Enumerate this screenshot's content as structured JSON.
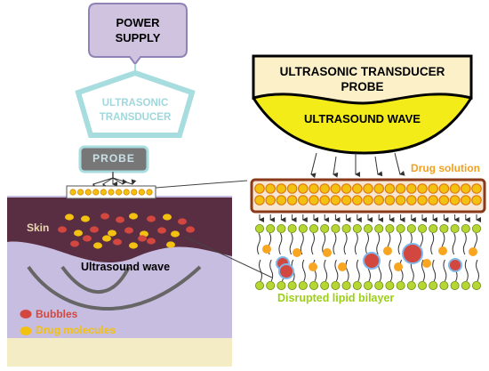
{
  "labels": {
    "power_supply_line1": "POWER",
    "power_supply_line2": "SUPPLY",
    "transducer_line1": "ULTRASONIC",
    "transducer_line2": "TRANSDUCER",
    "probe": "PROBE",
    "skin": "Skin",
    "ultrasound_wave_left": "Ultrasound wave",
    "bubbles": "Bubbles",
    "drug_molecules": "Drug molecules",
    "probe_right_line1": "ULTRASONIC TRANSDUCER",
    "probe_right_line2": "PROBE",
    "ultrasound_wave_right": "ULTRASOUND WAVE",
    "drug_solution": "Drug solution",
    "disrupted_bilayer": "Disrupted lipid bilayer"
  },
  "colors": {
    "power_supply_fill": "#cfc3e0",
    "power_supply_stroke": "#8f82b5",
    "transducer_stroke": "#a8dde0",
    "transducer_text": "#9fd8dc",
    "probe_fill": "#777777",
    "probe_text": "#c9e0e6",
    "tissue_fill": "#c7bde0",
    "skin_fill": "#5a2e42",
    "skin_text": "#e9d7b0",
    "bubble_red": "#d2473f",
    "drug_yellow": "#f3c10f",
    "right_probe_fill": "#fcf0c8",
    "wave_yellow": "#f3ec18",
    "drug_solution_text": "#f0a020",
    "lipid_green": "#b5d633",
    "lipid_label_green": "#9ccf18",
    "sand": "#f4ecc5"
  }
}
